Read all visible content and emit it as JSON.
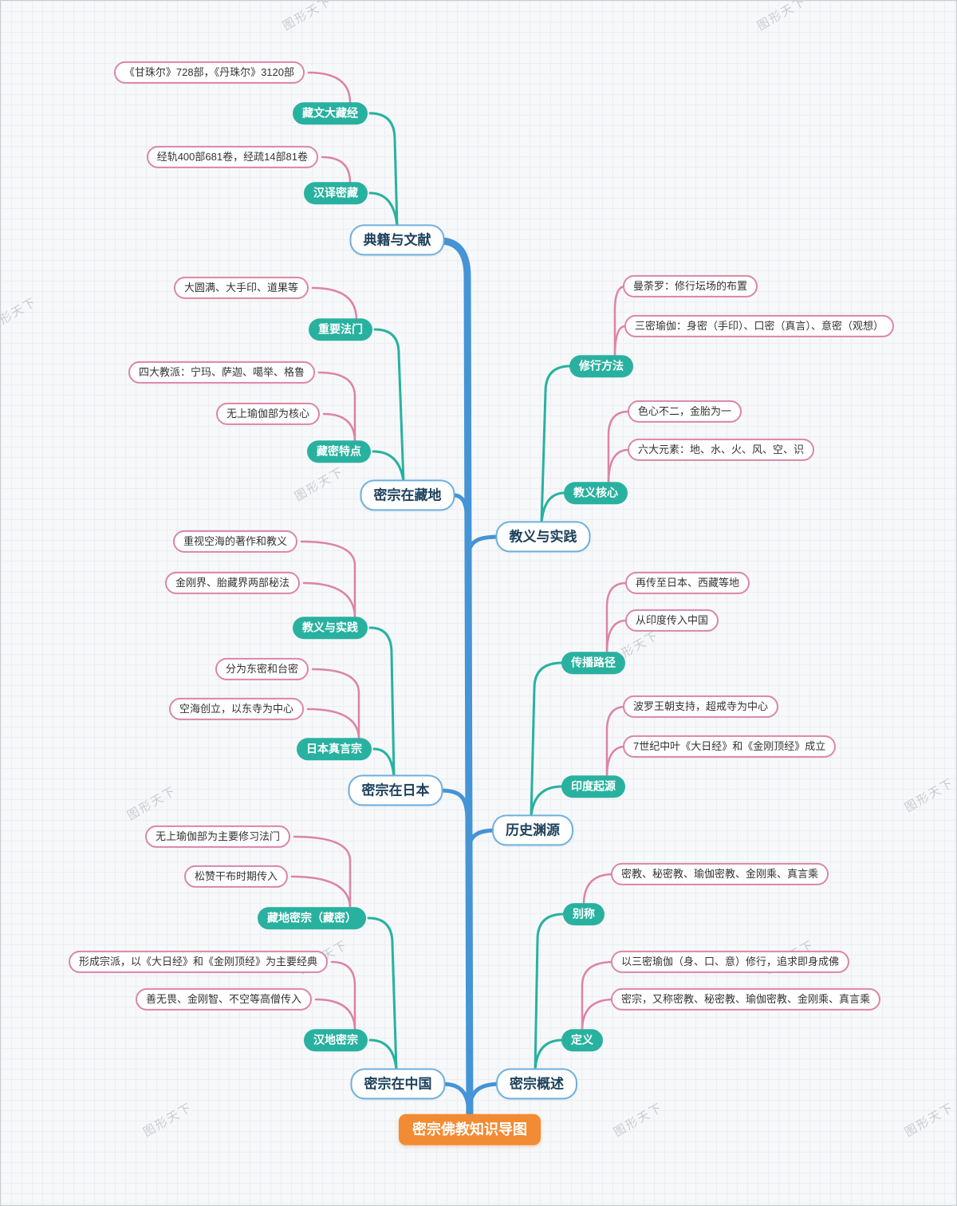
{
  "watermark": "图形天下",
  "root": {
    "label": "密宗佛教知识导图"
  },
  "colors": {
    "trunk_blue": "#4494d6",
    "main_border_blue": "#6fb0de",
    "sub_teal": "#29b1a0",
    "leaf_pink_border": "#db85a7",
    "root_orange": "#f28b33"
  },
  "branches": [
    {
      "label": "典籍与文献",
      "subs": [
        {
          "label": "藏文大藏经",
          "leaves": [
            "《甘珠尔》728部，《丹珠尔》3120部"
          ]
        },
        {
          "label": "汉译密藏",
          "leaves": [
            "经轨400部681卷，经疏14部81卷"
          ]
        }
      ]
    },
    {
      "label": "密宗在藏地",
      "subs": [
        {
          "label": "重要法门",
          "leaves": [
            "大圆满、大手印、道果等"
          ]
        },
        {
          "label": "藏密特点",
          "leaves": [
            "四大教派：宁玛、萨迦、噶举、格鲁",
            "无上瑜伽部为核心"
          ]
        }
      ]
    },
    {
      "label": "教义与实践",
      "subs": [
        {
          "label": "修行方法",
          "leaves": [
            "曼荼罗：修行坛场的布置",
            "三密瑜伽：身密（手印）、口密（真言）、意密（观想）"
          ]
        },
        {
          "label": "教义核心",
          "leaves": [
            "色心不二，金胎为一",
            "六大元素：地、水、火、风、空、识"
          ]
        }
      ]
    },
    {
      "label": "密宗在日本",
      "subs": [
        {
          "label": "教义与实践",
          "leaves": [
            "重视空海的著作和教义",
            "金刚界、胎藏界两部秘法"
          ]
        },
        {
          "label": "日本真言宗",
          "leaves": [
            "分为东密和台密",
            "空海创立，以东寺为中心"
          ]
        }
      ]
    },
    {
      "label": "历史渊源",
      "subs": [
        {
          "label": "传播路径",
          "leaves": [
            "再传至日本、西藏等地",
            "从印度传入中国"
          ]
        },
        {
          "label": "印度起源",
          "leaves": [
            "波罗王朝支持，超戒寺为中心",
            "7世纪中叶《大日经》和《金刚顶经》成立"
          ]
        }
      ]
    },
    {
      "label": "密宗在中国",
      "subs": [
        {
          "label": "藏地密宗（藏密）",
          "leaves": [
            "无上瑜伽部为主要修习法门",
            "松赞干布时期传入"
          ]
        },
        {
          "label": "汉地密宗",
          "leaves": [
            "形成宗派，以《大日经》和《金刚顶经》为主要经典",
            "善无畏、金刚智、不空等高僧传入"
          ]
        }
      ]
    },
    {
      "label": "密宗概述",
      "subs": [
        {
          "label": "别称",
          "leaves": [
            "密教、秘密教、瑜伽密教、金刚乘、真言乘"
          ]
        },
        {
          "label": "定义",
          "leaves": [
            "以三密瑜伽（身、口、意）修行，追求即身成佛",
            "密宗，又称密教、秘密教、瑜伽密教、金刚乘、真言乘"
          ]
        }
      ]
    }
  ]
}
